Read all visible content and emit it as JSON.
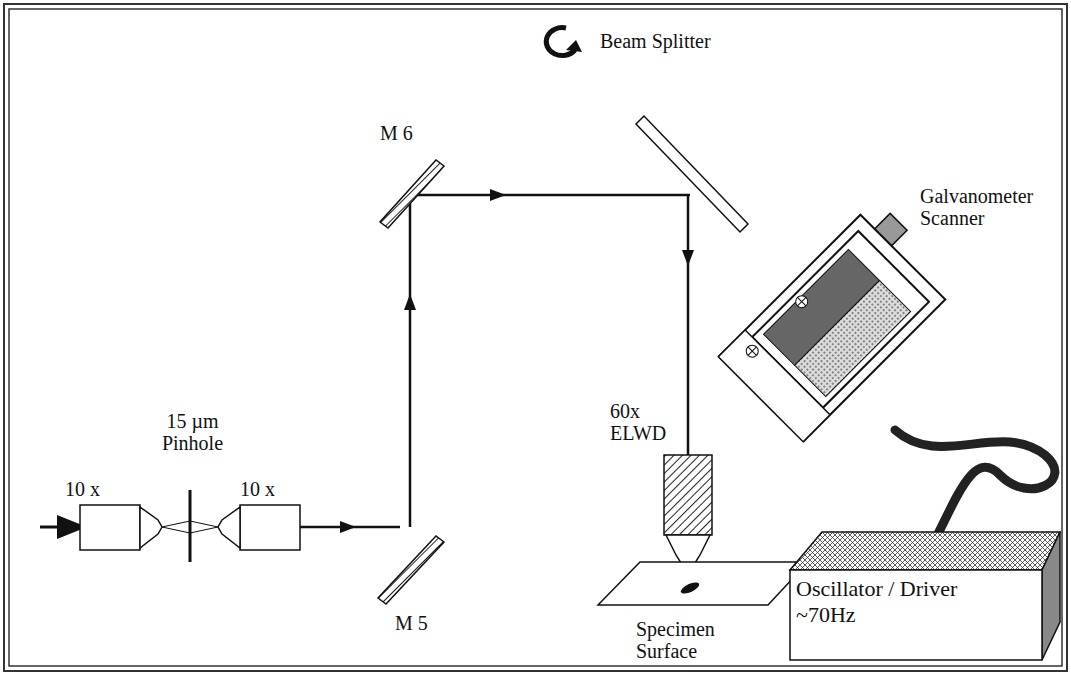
{
  "diagram": {
    "nodes": [
      {
        "text": [
          "Oscillator / Driver ~70Hz"
        ]
      }
    ],
    "labels": [
      "Beam Splitter",
      "Galvanometer Scanner",
      "M 6",
      "10 x",
      "15 µm Pinhole",
      "10 x",
      "M 5",
      "60x ELWD",
      "Specimen Surface"
    ]
  }
}
